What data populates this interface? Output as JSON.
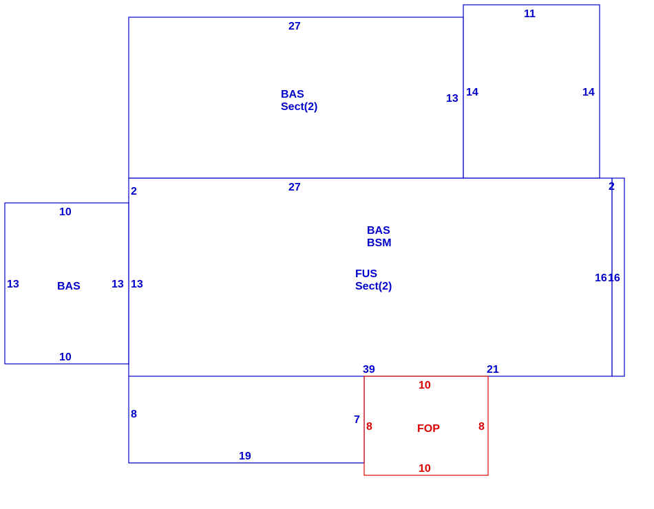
{
  "colors": {
    "primary": "#0000CC",
    "porch": "#DD0000",
    "background": "#FFFFFF"
  },
  "areas": {
    "bas_upper": [
      "BAS",
      "Sect(2)"
    ],
    "bas_main": [
      "BAS",
      "BSM"
    ],
    "fus_main": [
      "FUS",
      "Sect(2)"
    ],
    "bas_left": [
      "BAS"
    ],
    "fop": [
      "FOP"
    ]
  },
  "dimensions": {
    "upper_top": "27",
    "upper_right": "13",
    "annex_top": "11",
    "annex_left": "14",
    "annex_right": "14",
    "main_top": "27",
    "main_top_left": "2",
    "main_top_right": "2",
    "main_right_inner": "16",
    "main_right_outer": "16",
    "main_bottom_left": "39",
    "main_bottom_right": "21",
    "left_top": "10",
    "left_bottom": "10",
    "left_left": "13",
    "left_right": "13",
    "main_left": "13",
    "lower_left": "8",
    "lower_right": "7",
    "lower_bottom": "19",
    "fop_top": "10",
    "fop_bottom": "10",
    "fop_left": "8",
    "fop_right": "8"
  }
}
